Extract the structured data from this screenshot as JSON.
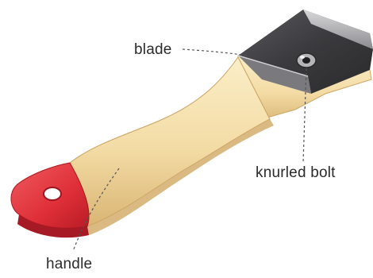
{
  "labels": {
    "blade": "blade",
    "knurled_bolt": "knurled bolt",
    "handle": "handle"
  },
  "colors": {
    "handle_wood": "#f3dba4",
    "handle_wood_shadow": "#dcb97a",
    "handle_tip_red": "#e2363f",
    "blade_steel": "#3d3d40",
    "blade_steel_light": "#9a9a9e",
    "leader_line": "#555555"
  }
}
